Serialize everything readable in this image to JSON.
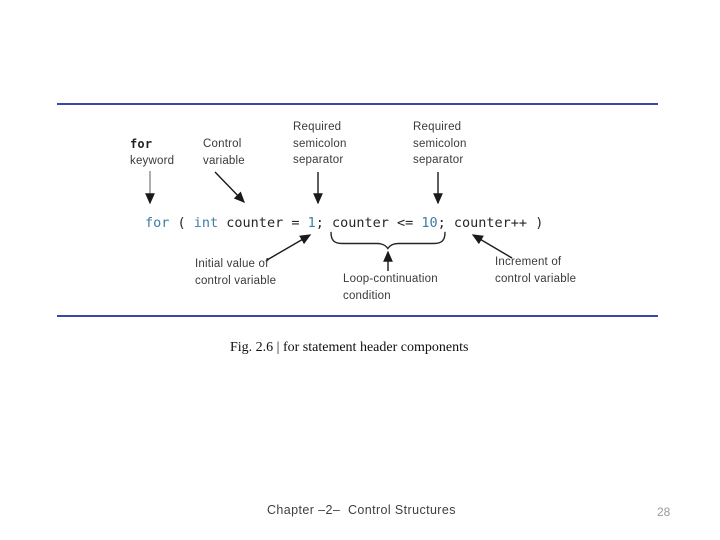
{
  "slide": {
    "caption": "Fig. 2.6 | for statement header components",
    "footer": {
      "chapter": "Chapter –2–  Control Structures",
      "page_number": "28"
    }
  },
  "figure": {
    "top_labels": [
      {
        "id": "for-keyword",
        "lines": [
          "for",
          "keyword"
        ]
      },
      {
        "id": "control-variable",
        "lines": [
          "Control",
          "variable"
        ]
      },
      {
        "id": "required-semicolon-1",
        "lines": [
          "Required",
          "semicolon",
          "separator"
        ]
      },
      {
        "id": "required-semicolon-2",
        "lines": [
          "Required",
          "semicolon",
          "separator"
        ]
      }
    ],
    "bottom_labels": [
      {
        "id": "initial-value",
        "lines": [
          "Initial value of",
          "control variable"
        ]
      },
      {
        "id": "loop-continuation",
        "lines": [
          "Loop-continuation",
          "condition"
        ]
      },
      {
        "id": "increment",
        "lines": [
          "Increment of",
          "control variable"
        ]
      }
    ],
    "code": {
      "full_text": "for ( int counter = 1; counter <= 10; counter++ )",
      "tokens": [
        {
          "text": "for",
          "type": "keyword"
        },
        {
          "text": " ( ",
          "type": "plain"
        },
        {
          "text": "int",
          "type": "keyword"
        },
        {
          "text": " counter = ",
          "type": "plain"
        },
        {
          "text": "1",
          "type": "literal"
        },
        {
          "text": "; ",
          "type": "plain"
        },
        {
          "text": "counter <= ",
          "type": "plain"
        },
        {
          "text": "10",
          "type": "literal"
        },
        {
          "text": "; counter++ )",
          "type": "plain"
        }
      ]
    }
  },
  "colors": {
    "rule_blue": "#3849A9",
    "code_accent": "#3D7FA3",
    "code_plain": "#262626",
    "label_text": "#3A3A3A",
    "arrow_black": "#1A1A1A",
    "arrow_gray": "#8A8A8A",
    "page_number_gray": "#9B9B9B"
  }
}
